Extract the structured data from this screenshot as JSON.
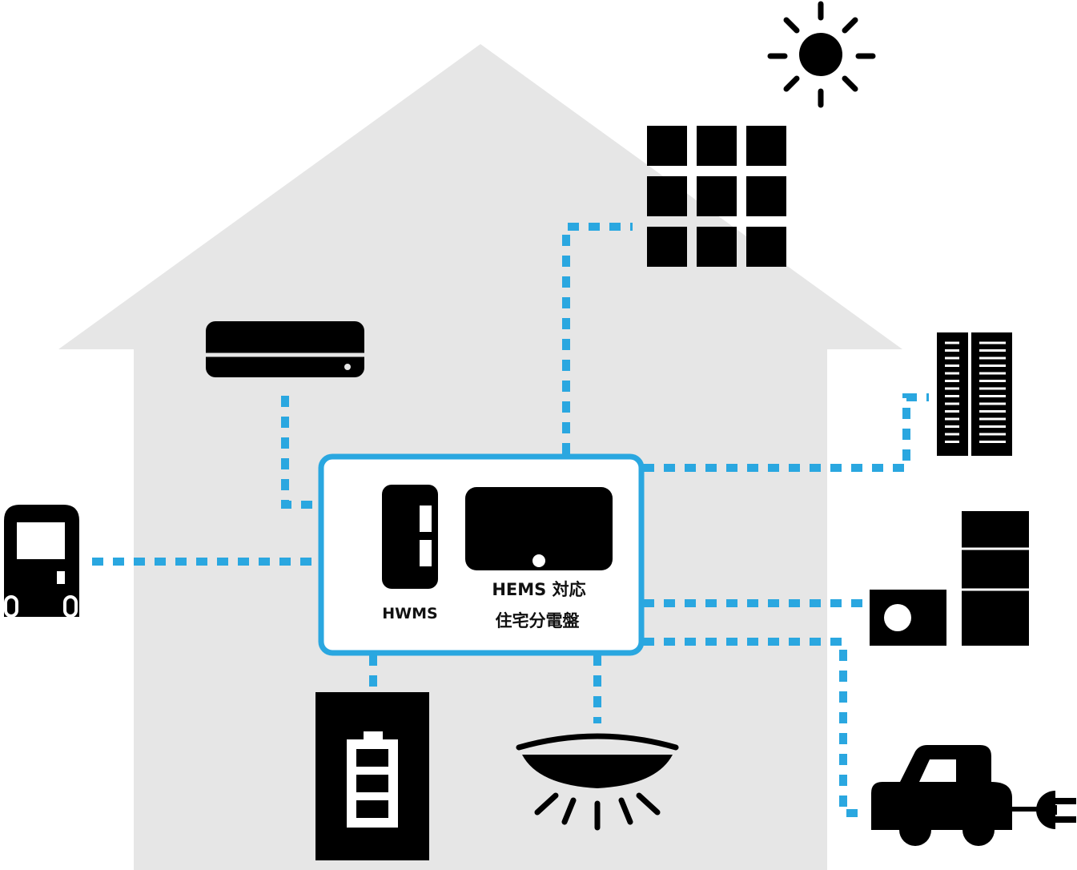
{
  "hub": {
    "hwms_label": "HWMS",
    "hems_line1": "HEMS 対応",
    "hems_line2": "住宅分電盤"
  },
  "colors": {
    "house": "#e6e6e6",
    "wire": "#2aa7e0",
    "icon": "#000000"
  },
  "icons": [
    "house-icon",
    "sun-icon",
    "solar-panel-icon",
    "air-conditioner-icon",
    "water-heater-icon",
    "hwms-device-icon",
    "hems-panel-icon",
    "server-rack-icon",
    "heat-pump-icon",
    "storage-battery-icon",
    "ceiling-light-icon",
    "electric-vehicle-icon",
    "plug-icon"
  ]
}
